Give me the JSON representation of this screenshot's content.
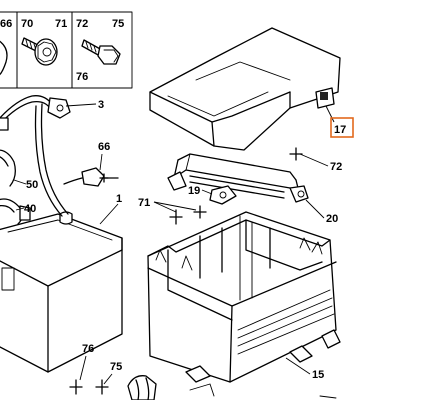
{
  "header_boxes": [
    "66",
    "70",
    "71",
    "72",
    "75",
    "76"
  ],
  "callouts": [
    "3",
    "66",
    "50",
    "40",
    "1",
    "19",
    "71",
    "72",
    "20",
    "17",
    "15",
    "76",
    "75"
  ],
  "highlighted_callout": "17",
  "highlight_color": "#e2691d"
}
